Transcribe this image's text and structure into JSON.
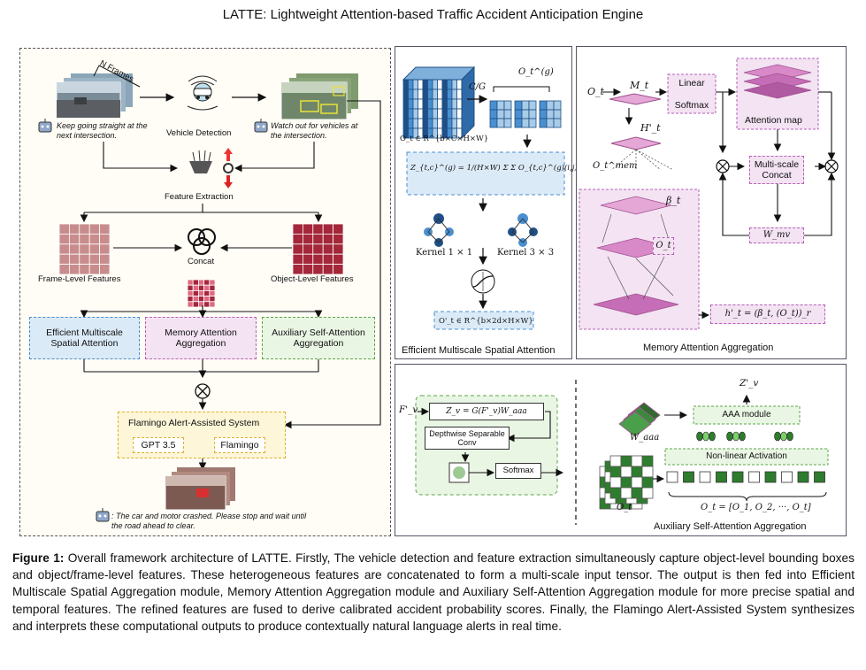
{
  "title": "LATTE: Lightweight Attention-based Traffic Accident Anticipation Engine",
  "left": {
    "n_frames": "N Frames",
    "bubble1": "Keep going straight at the next intersection.",
    "vehicle_detection": "Vehicle Detection",
    "bubble2": "Watch out for vehicles at the intersection.",
    "feature_extraction": "Feature Extraction",
    "frame_level": "Frame-Level Features",
    "concat": "Concat",
    "object_level": "Object-Level Features",
    "emsa": "Efficient Multiscale Spatial Attention",
    "maa": "Memory Attention Aggregation",
    "asaa": "Auxiliary Self-Attention Aggregation",
    "flamingo_system": "Flamingo Alert-Assisted System",
    "gpt": "GPT 3.5",
    "flamingo": "Flamingo",
    "bubble3": ": The car and motor crashed. Please stop and wait until the road ahead to clear."
  },
  "emsa_panel": {
    "cg": "C/G",
    "ot_g": "O_t^(g)",
    "ot_dim": "O_t ∈ R^{b×C×H×W}",
    "formula": "Z_{t,c}^(g) = 1/(H×W) Σ Σ O_{t,c}^(g)(i,j)",
    "kernel1": "Kernel 1 × 1",
    "kernel3": "Kernel 3 × 3",
    "out_dim": "O'_t ∈ R^{b×2d×H×W}",
    "caption": "Efficient Multiscale Spatial Attention"
  },
  "maa_panel": {
    "ot": "O_t",
    "mt": "M_t",
    "linear": "Linear",
    "softmax": "Softmax",
    "attention_map": "Attention map",
    "ht": "H'_t",
    "omem": "O_t^mem",
    "multiscale": "Multi-scale Concat",
    "beta": "β_t",
    "ot2": "O_t",
    "wmv": "W_mv",
    "hout": "h'_t = (β_t, (O_t))_r",
    "caption": "Memory Attention Aggregation"
  },
  "asaa_panel": {
    "fv": "F'_v",
    "zv": "Z_v = G(F'_v)W_aaa",
    "dsconv": "Depthwise Separable Conv",
    "softmax": "Softmax",
    "zv_out": "Z'_v",
    "aaa": "AAA module",
    "waaa": "W_aaa",
    "nonlinear": "Non-linear Activation",
    "ot": "O_t",
    "oseq": "O_t = [O_1, O_2, ···, O_t]",
    "caption": "Auxiliary Self-Attention Aggregation"
  },
  "figure_caption": {
    "label": "Figure 1:",
    "text": " Overall framework architecture of LATTE. Firstly, The vehicle detection and feature extraction simultaneously capture object-level bounding boxes and object/frame-level features. These heterogeneous features are concatenated to form a multi-scale input tensor. The output is then fed into Efficient Multiscale Spatial Aggregation module, Memory Attention Aggregation module and Auxiliary Self-Attention Aggregation module for more precise spatial and temporal features. The refined features are fused to derive calibrated accident probability scores. Finally, the Flamingo Alert-Assisted System synthesizes and interprets these computational outputs to produce contextually natural language alerts in real time."
  },
  "colors": {
    "emsa_fill": "#dbeaf7",
    "emsa_border": "#4a8fd0",
    "maa_fill": "#f3e3f3",
    "maa_border": "#b660b6",
    "asaa_fill": "#eaf6e4",
    "asaa_border": "#5aa64a",
    "flamingo_fill": "#fdf6d8",
    "flamingo_border": "#e0b12a",
    "frame_grid": "#c98c8c",
    "object_grid": "#a4273a"
  }
}
